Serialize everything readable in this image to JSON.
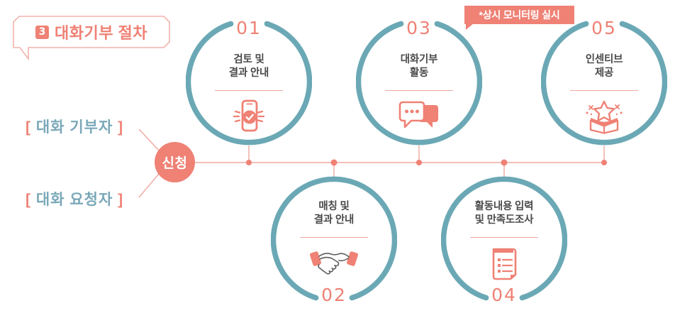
{
  "title": {
    "badge_number": "3",
    "text": "대화기부 절차"
  },
  "roles": {
    "donor": {
      "open": "[",
      "text": "대화 기부자",
      "close": "]"
    },
    "requester": {
      "open": "[",
      "text": "대화 요청자",
      "close": "]"
    }
  },
  "apply_node": {
    "label": "신청"
  },
  "monitoring_badge": {
    "text": "*상시 모니터링 실시"
  },
  "steps": [
    {
      "number": "01",
      "line1": "검토 및",
      "line2": "결과 안내",
      "icon": "phone-check-icon",
      "row": "top"
    },
    {
      "number": "02",
      "line1": "매칭 및",
      "line2": "결과 안내",
      "icon": "handshake-icon",
      "row": "bottom"
    },
    {
      "number": "03",
      "line1": "대화기부",
      "line2": "활동",
      "icon": "chat-bubbles-icon",
      "row": "top"
    },
    {
      "number": "04",
      "line1": "활동내용 입력",
      "line2": "및 만족도조사",
      "icon": "checklist-document-icon",
      "row": "bottom"
    },
    {
      "number": "05",
      "line1": "인센티브",
      "line2": "제공",
      "icon": "gift-box-star-icon",
      "row": "top"
    }
  ],
  "colors": {
    "coral": "#ef8175",
    "teal": "#6ba8b5",
    "label_teal": "#7aa8b8",
    "text_dark": "#4a4a4a",
    "divider": "#eda89f",
    "background": "#ffffff"
  }
}
